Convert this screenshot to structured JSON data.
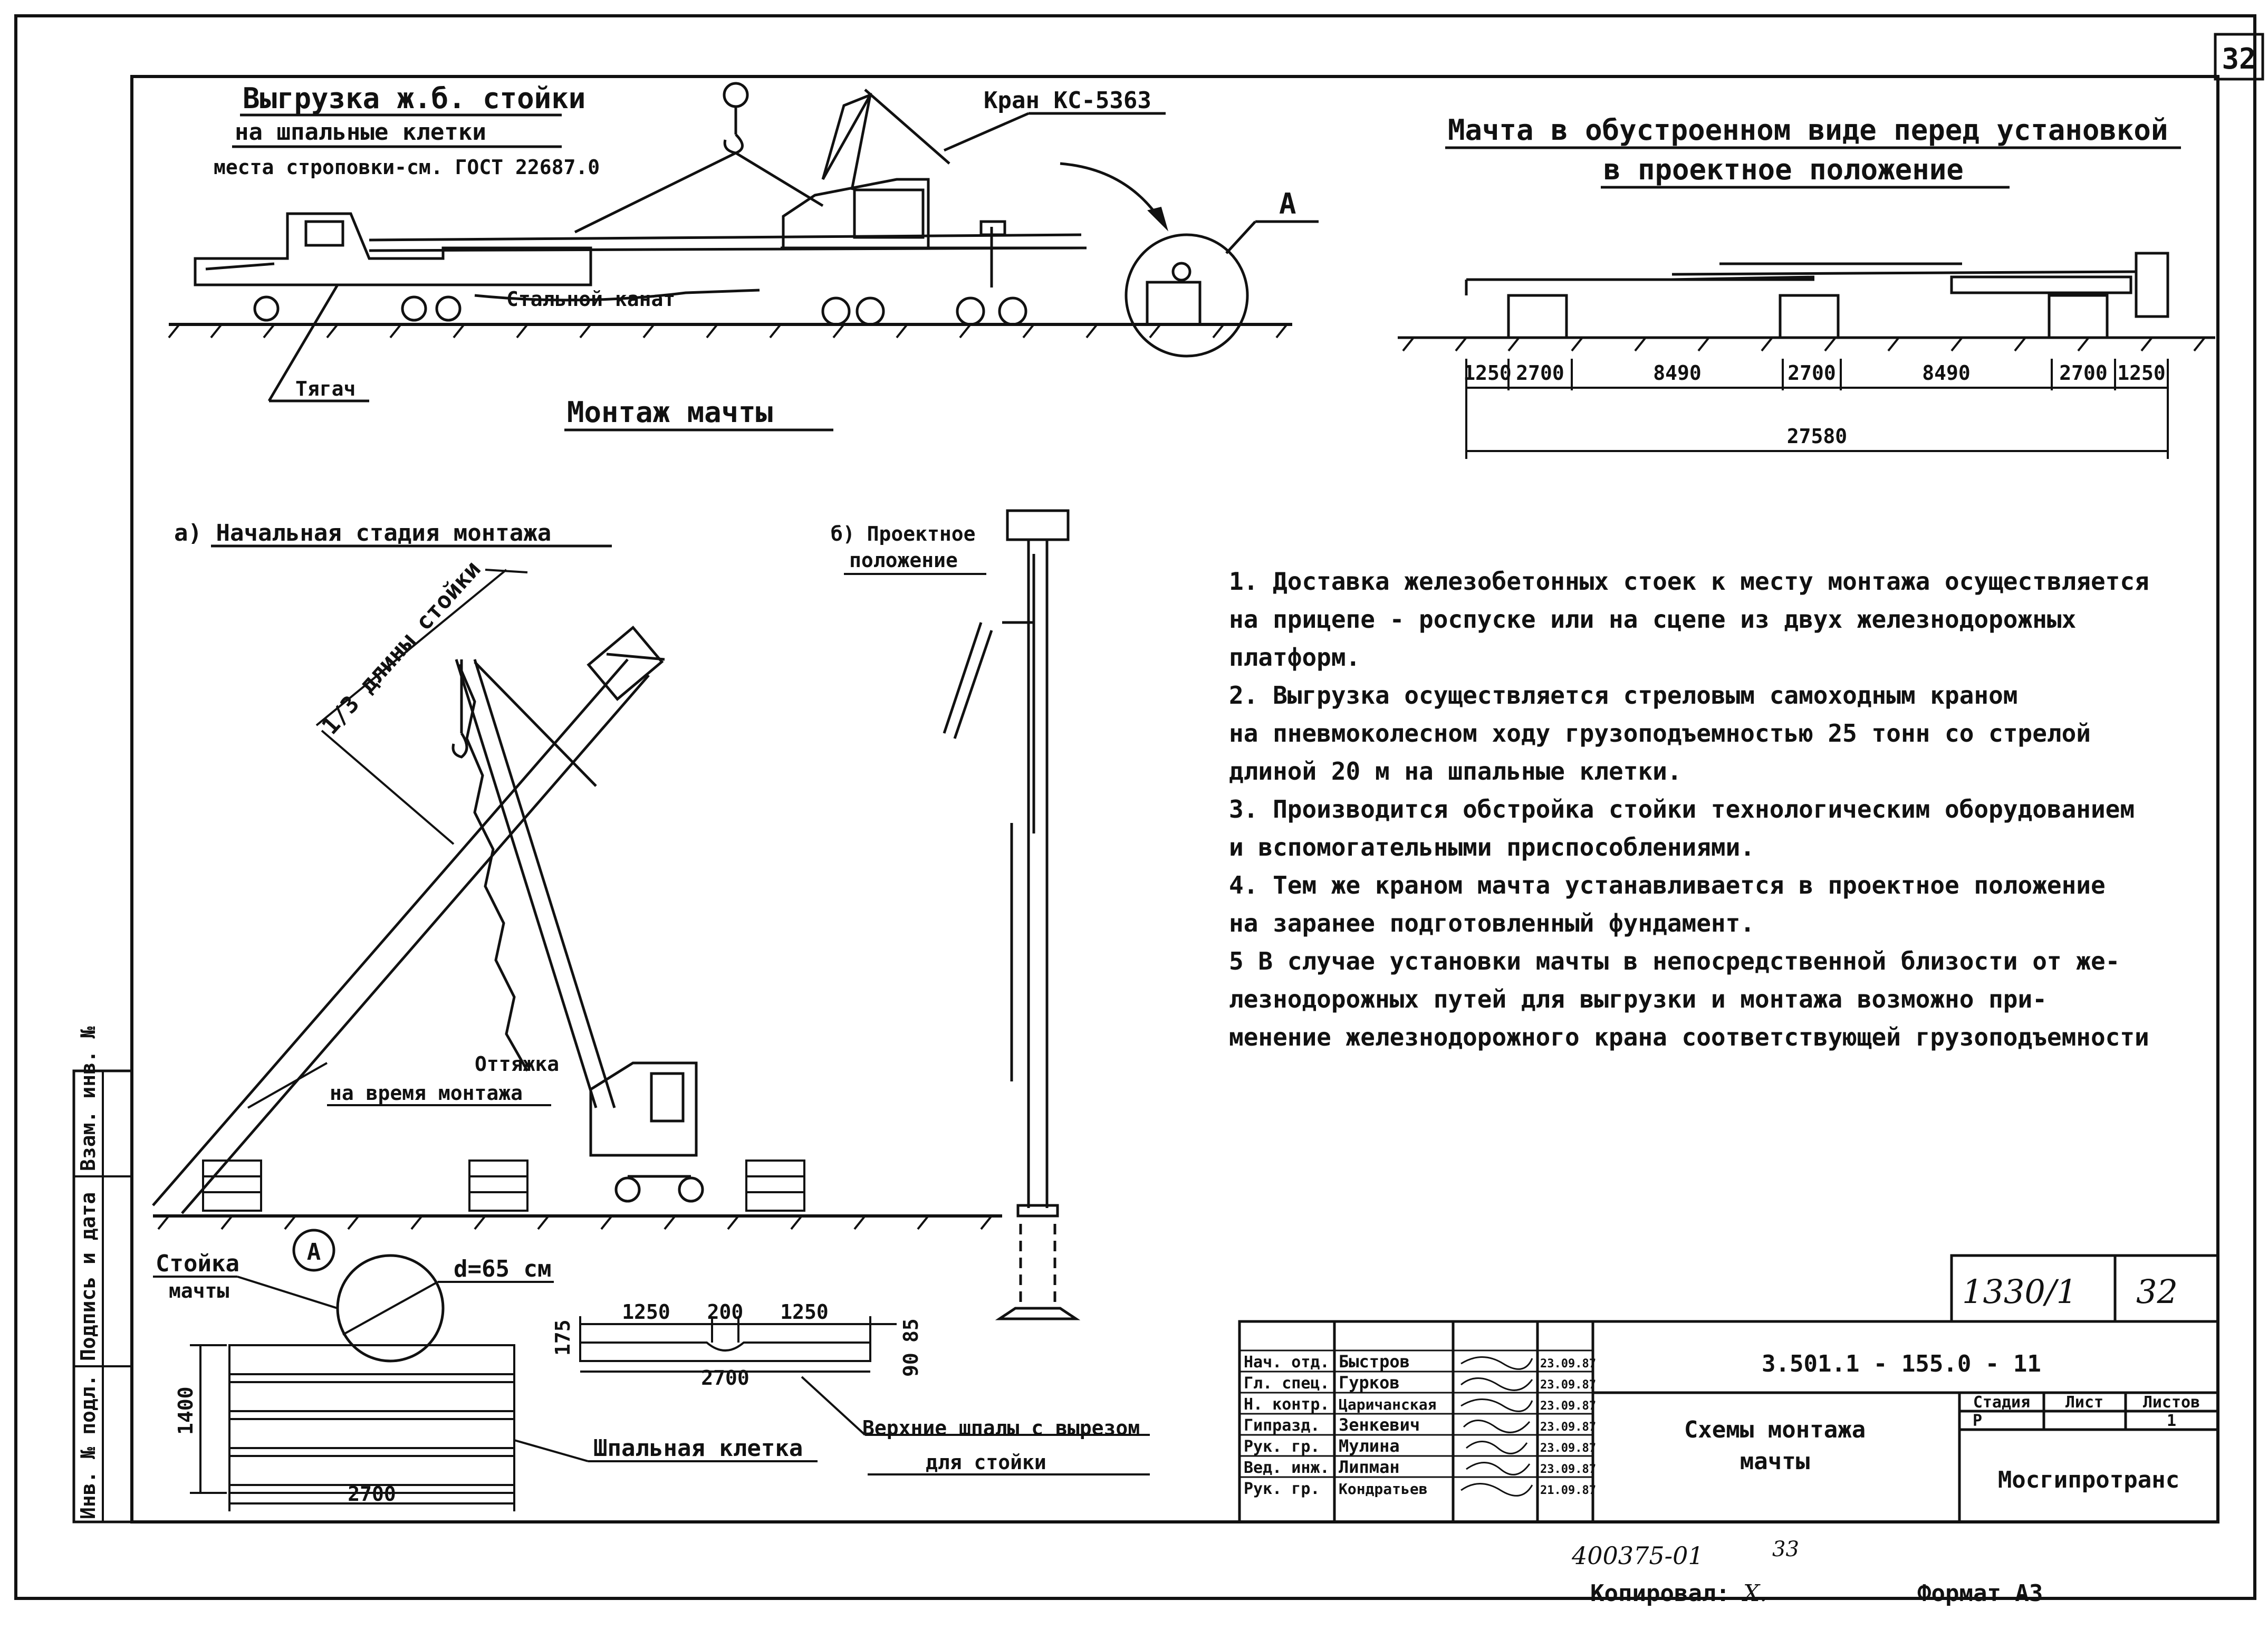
{
  "sheet": {
    "page_number": "32",
    "format_label": "Формат А3",
    "copied_by": "Копировал:",
    "copied_signature": "Х.",
    "archive_number": "400375-01",
    "archive_sheet": "33"
  },
  "unloading": {
    "title_line1": "Выгрузка ж.б. стойки",
    "title_line2": "на шпальные клетки",
    "sling_note": "места строповки-см. ГОСТ 22687.0",
    "crane_label": "Кран КС-5363",
    "cable_label": "Стальной канат",
    "tractor_label": "Тягач",
    "callout_a": "А"
  },
  "mounting_title": "Монтаж мачты",
  "stage_a": {
    "title": "а) Начальная стадия монтажа",
    "length_label": "1/3 длины стойки",
    "guy_label_1": "Оттяжка",
    "guy_label_2": "на время монтажа"
  },
  "stage_b": {
    "title_1": "б) Проектное",
    "title_2": "положение"
  },
  "mast_view": {
    "title_line1": "Мачта в обустроенном виде перед установкой",
    "title_line2": "в проектное положение",
    "dims": [
      "1250",
      "2700",
      "8490",
      "2700",
      "8490",
      "2700",
      "1250"
    ],
    "total": "27580"
  },
  "notes": [
    "1. Доставка железобетонных стоек к месту монтажа осуществляется",
    "на прицепе - роспуске или на сцепе из двух железнодорожных",
    "платформ.",
    "2. Выгрузка осуществляется стреловым самоходным краном",
    "на пневмоколесном ходу грузоподъемностью 25 тонн со стрелой",
    "длиной 20 м на шпальные клетки.",
    "3. Производится обстройка стойки технологическим оборудованием",
    "и вспомогательными приспособлениями.",
    "4. Тем же краном мачта устанавливается в проектное положение",
    "на заранее подготовленный фундамент.",
    "5 В случае установки мачты в непосредственной близости от же-",
    "лезнодорожных путей для выгрузки и монтажа возможно при-",
    "менение железнодорожного крана соответствующей грузоподъемности"
  ],
  "detail_a": {
    "callout": "А",
    "post_label_1": "Стойка",
    "post_label_2": "мачты",
    "diameter": "d=65 см",
    "height": "1400",
    "width": "2700",
    "crib_label": "Шпальная клетка"
  },
  "sleeper": {
    "dim_left": "1250",
    "dim_mid": "200",
    "dim_right": "1250",
    "dim_total": "2700",
    "dim_h1": "175",
    "dim_h2": "85",
    "dim_h3": "90",
    "label_1": "Верхние шпалы с вырезом",
    "label_2": "для стойки"
  },
  "side_stamp": [
    "Инв. № подл.",
    "Подпись и дата",
    "Взам. инв. №"
  ],
  "title_block": {
    "handwritten_number": "1330/1",
    "sheet_no": "32",
    "code": "3.501.1 - 155.0 - 11",
    "roles": [
      {
        "role": "Нач. отд.",
        "name": "Быстров",
        "date": "23.09.87"
      },
      {
        "role": "Гл. спец.",
        "name": "Гурков",
        "date": "23.09.87"
      },
      {
        "role": "Н. контр.",
        "name": "Царичанская",
        "date": "23.09.87"
      },
      {
        "role": "Гипразд.",
        "name": "Зенкевич",
        "date": "23.09.87"
      },
      {
        "role": "Рук. гр.",
        "name": "Мулина",
        "date": "23.09.87"
      },
      {
        "role": "Вед. инж.",
        "name": "Липман",
        "date": "23.09.87"
      },
      {
        "role": "Рук. гр.",
        "name": "Кондратьев",
        "date": "21.09.87"
      }
    ],
    "drawing_title_1": "Схемы монтажа",
    "drawing_title_2": "мачты",
    "stage_header": "Стадия",
    "sheet_header": "Лист",
    "sheets_header": "Листов",
    "stage_value": "Р",
    "sheets_value": "1",
    "organization": "Мосгипротранс"
  }
}
